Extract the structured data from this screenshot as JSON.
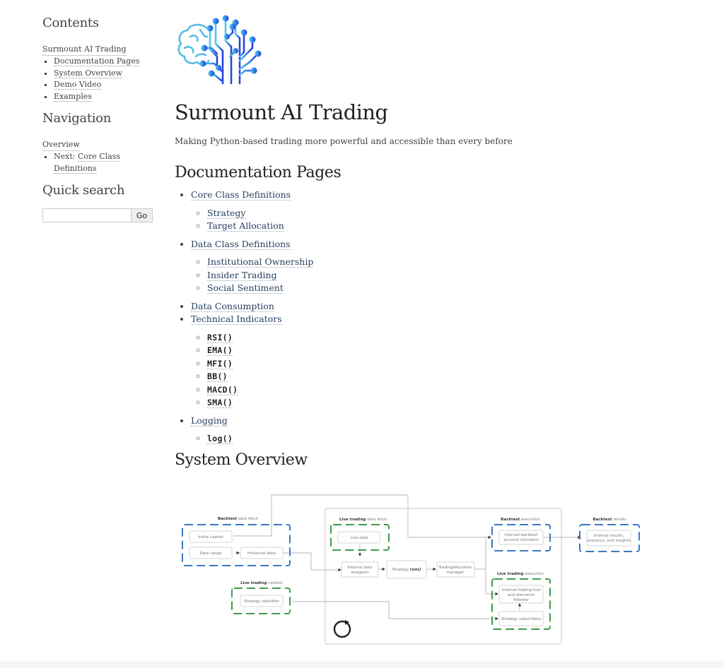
{
  "sidebar": {
    "contents": {
      "title": "Contents",
      "top_link": "Surmount AI Trading",
      "items": [
        {
          "label": "Documentation Pages"
        },
        {
          "label": "System Overview"
        },
        {
          "label": "Demo Video"
        },
        {
          "label": "Examples"
        }
      ]
    },
    "navigation": {
      "title": "Navigation",
      "top_link": "Overview",
      "next_prefix": "Next: ",
      "next_link": "Core Class Definitions"
    },
    "search": {
      "title": "Quick search",
      "input_value": "",
      "placeholder": "",
      "go_label": "Go"
    }
  },
  "main": {
    "logo_icon": "brain-circuit-logo",
    "title": "Surmount AI Trading",
    "tagline": "Making Python-based trading more powerful and accessible than every before",
    "documentation": {
      "heading": "Documentation Pages",
      "sections": [
        {
          "label": "Core Class Definitions",
          "children": [
            {
              "label": "Strategy"
            },
            {
              "label": "Target Allocation"
            }
          ]
        },
        {
          "label": "Data Class Definitions",
          "children": [
            {
              "label": "Institutional Ownership"
            },
            {
              "label": "Insider Trading"
            },
            {
              "label": "Social Sentiment"
            }
          ]
        },
        {
          "label": "Data Consumption"
        },
        {
          "label": "Technical Indicators",
          "children": [
            {
              "label": "RSI()"
            },
            {
              "label": "EMA()"
            },
            {
              "label": "MFI()"
            },
            {
              "label": "BB()"
            },
            {
              "label": "MACD()"
            },
            {
              "label": "SMA()"
            }
          ]
        },
        {
          "label": "Logging",
          "children": [
            {
              "label": "log()"
            }
          ]
        }
      ]
    },
    "overview": {
      "heading": "System Overview",
      "diagram": {
        "groups": {
          "backtest_fetch": {
            "bold": "Backtest",
            "rest": " data fetch"
          },
          "live_context": {
            "bold": "Live trading",
            "rest": " context"
          },
          "live_fetch": {
            "bold": "Live trading",
            "rest": " data fetch"
          },
          "backtest_exec": {
            "bold": "Backtest",
            "rest": " execution"
          },
          "live_exec": {
            "bold": "Live trading",
            "rest": " execution"
          },
          "backtest_results": {
            "bold": "Backtest",
            "rest": " results"
          }
        },
        "nodes": {
          "initial_capital": "Initial capital",
          "date_range": "Date range",
          "historical_data": "Historical data",
          "strategy_identifier": "Strategy identifier",
          "live_data": "Live data",
          "internal_wrappers_1": "Internal data",
          "internal_wrappers_2": "wrappers",
          "strategy_run_prefix": "Strategy ",
          "strategy_run_bold": "run()",
          "allocation_manager_1": "TradingAllocation",
          "allocation_manager_2": "manager",
          "backtest_sim_1": "Internal backtest",
          "backtest_sim_2": "account simulator",
          "results_1": "Internal results,",
          "results_2": "analytics, and insights",
          "follower_1": "Internal trading tool",
          "follower_2": "and allocation",
          "follower_3": "follower",
          "subscribers": "Strategy subscribers"
        },
        "colors": {
          "backtest": "#3b78c2",
          "live": "#3f9b4b"
        }
      }
    }
  }
}
